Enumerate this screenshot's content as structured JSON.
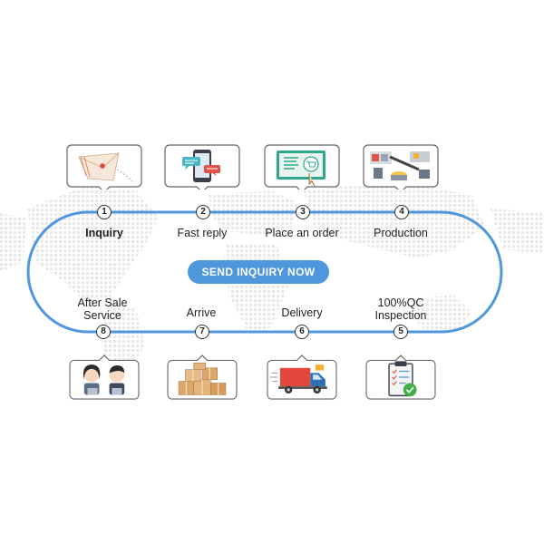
{
  "cta": {
    "label": "SEND INQUIRY NOW"
  },
  "colors": {
    "track": "#4f97dc",
    "button": "#4f97dc",
    "text": "#222222"
  },
  "steps": [
    {
      "num": "1",
      "label": "Inquiry",
      "icon": "envelope-icon"
    },
    {
      "num": "2",
      "label": "Fast reply",
      "icon": "smartphone-chat-icon"
    },
    {
      "num": "3",
      "label": "Place an order",
      "icon": "online-cart-icon"
    },
    {
      "num": "4",
      "label": "Production",
      "icon": "factory-line-icon"
    },
    {
      "num": "5",
      "label": "100%QC Inspection",
      "label_lines": [
        "100%QC",
        "Inspection"
      ],
      "icon": "clipboard-check-icon"
    },
    {
      "num": "6",
      "label": "Delivery",
      "icon": "delivery-truck-icon"
    },
    {
      "num": "7",
      "label": "Arrive",
      "icon": "cardboard-boxes-icon"
    },
    {
      "num": "8",
      "label": "After Sale Service",
      "label_lines": [
        "After Sale",
        "Service"
      ],
      "icon": "support-agents-icon"
    }
  ]
}
